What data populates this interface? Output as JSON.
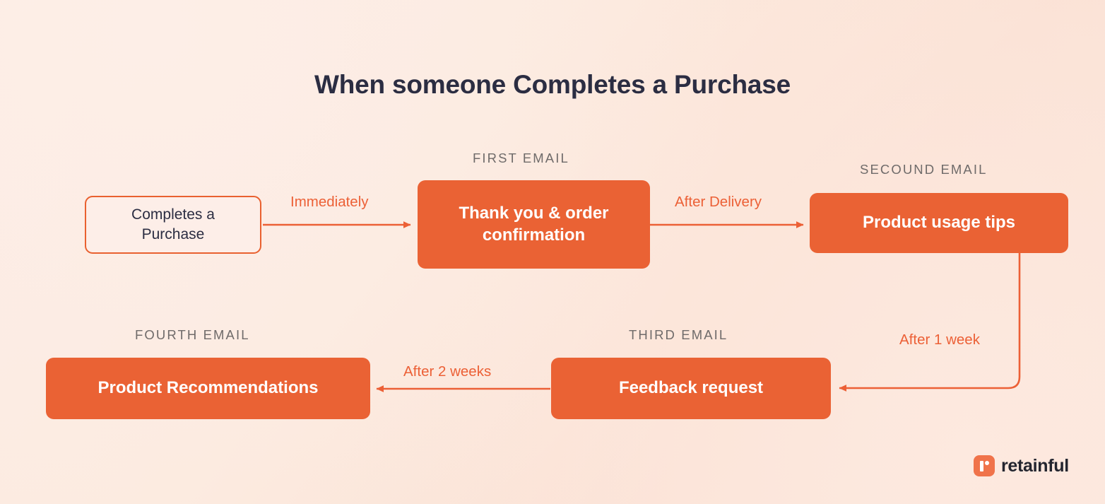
{
  "page": {
    "title": "When someone Completes a Purchase",
    "background_start_color": "#fdece5",
    "background_end_color": "#fbe4d9"
  },
  "theme": {
    "accent_color": "#ea6234",
    "accent_text_color": "#ffffff",
    "title_color": "#2b2d42",
    "stage_label_color": "#6f6b6a",
    "edge_color": "#ec6036"
  },
  "flow": {
    "trigger": {
      "label": "Completes a\nPurchase",
      "line1": "Completes a",
      "line2": "Purchase"
    },
    "nodes": [
      {
        "stage_label": "FIRST EMAIL",
        "title": "Thank you & order",
        "title_line2": "confirmation",
        "full_title": "Thank you & order confirmation"
      },
      {
        "stage_label": "SECOUND EMAIL",
        "title": "Product usage tips",
        "full_title": "Product usage tips"
      },
      {
        "stage_label": "THIRD EMAIL",
        "title": "Feedback request",
        "full_title": "Feedback request"
      },
      {
        "stage_label": "FOURTH EMAIL",
        "title": "Product Recommendations",
        "full_title": "Product Recommendations"
      }
    ],
    "edges": [
      {
        "label": "Immediately",
        "from": "trigger",
        "to": "first-email"
      },
      {
        "label": "After Delivery",
        "from": "first-email",
        "to": "second-email"
      },
      {
        "label": "After 1 week",
        "from": "second-email",
        "to": "third-email"
      },
      {
        "label": "After 2 weeks",
        "from": "third-email",
        "to": "fourth-email"
      }
    ]
  },
  "branding": {
    "name": "retainful",
    "mark": "retainful-logo-mark"
  }
}
